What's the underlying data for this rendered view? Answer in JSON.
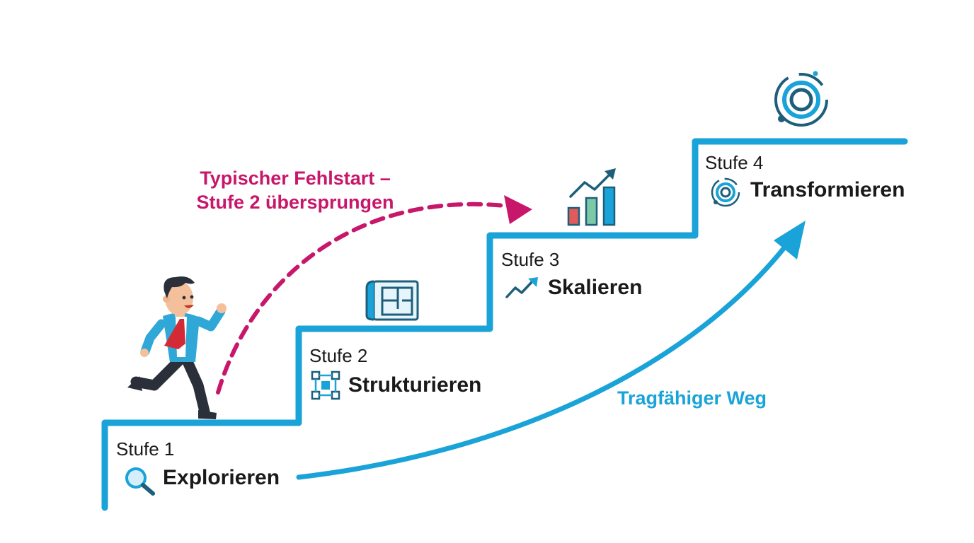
{
  "stages": [
    {
      "number_label": "Stufe 1",
      "name": "Explorieren",
      "icon": "magnifier-icon"
    },
    {
      "number_label": "Stufe 2",
      "name": "Strukturieren",
      "icon": "structure-grid-icon"
    },
    {
      "number_label": "Stufe 3",
      "name": "Skalieren",
      "icon": "trend-up-icon"
    },
    {
      "number_label": "Stufe 4",
      "name": "Transformieren",
      "icon": "orbit-icon"
    }
  ],
  "false_start": {
    "line1": "Typischer Fehlstart –",
    "line2": "Stufe 2 übersprungen"
  },
  "sustainable_path": {
    "label": "Tragfähiger Weg"
  },
  "decorations": [
    "running-businessman",
    "blueprint-icon",
    "bar-chart-icon",
    "orbit-icon-large"
  ],
  "colors": {
    "stairs": "#1aa3d8",
    "false_start": "#c8176b",
    "sustainable_path": "#1aa3d8",
    "text": "#1a1a1a",
    "icon_dark": "#1d5f7a"
  }
}
